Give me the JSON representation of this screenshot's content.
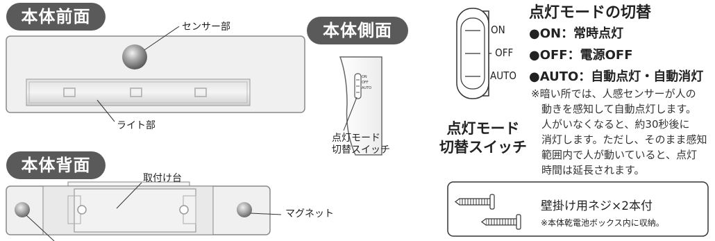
{
  "front": {
    "title": "本体前面",
    "sensor_label": "センサー部",
    "light_label": "ライト部"
  },
  "back": {
    "title": "本体背面",
    "mount_label": "取付け台",
    "magnet_label": "マグネット"
  },
  "side": {
    "title": "本体側面",
    "switch_caption_1": "点灯モード",
    "switch_caption_2": "切替スイッチ",
    "mini_labels": [
      "ON",
      "OFF",
      "AUTO"
    ]
  },
  "switch_diagram": {
    "positions": [
      "ON",
      "- OFF",
      "AUTO"
    ],
    "caption_1": "点灯モード",
    "caption_2": "切替スイッチ"
  },
  "modes": {
    "title": "点灯モードの切替",
    "on": "●ON：常時点灯",
    "off": "●OFF：電源OFF",
    "auto": "●AUTO：自動点灯・自動消灯",
    "note_1": "※暗い所では、人感センサーが人の",
    "note_2": "動きを感知して自動点灯します。",
    "note_3": "人がいなくなると、約30秒後に",
    "note_4": "消灯します。ただし、そのまま感知",
    "note_5": "範囲内で人が動いていると、点灯",
    "note_6": "時間は延長されます。"
  },
  "screws": {
    "label": "壁掛け用ネジ×2本付",
    "note": "※本体乾電池ボックス内に収納。"
  }
}
